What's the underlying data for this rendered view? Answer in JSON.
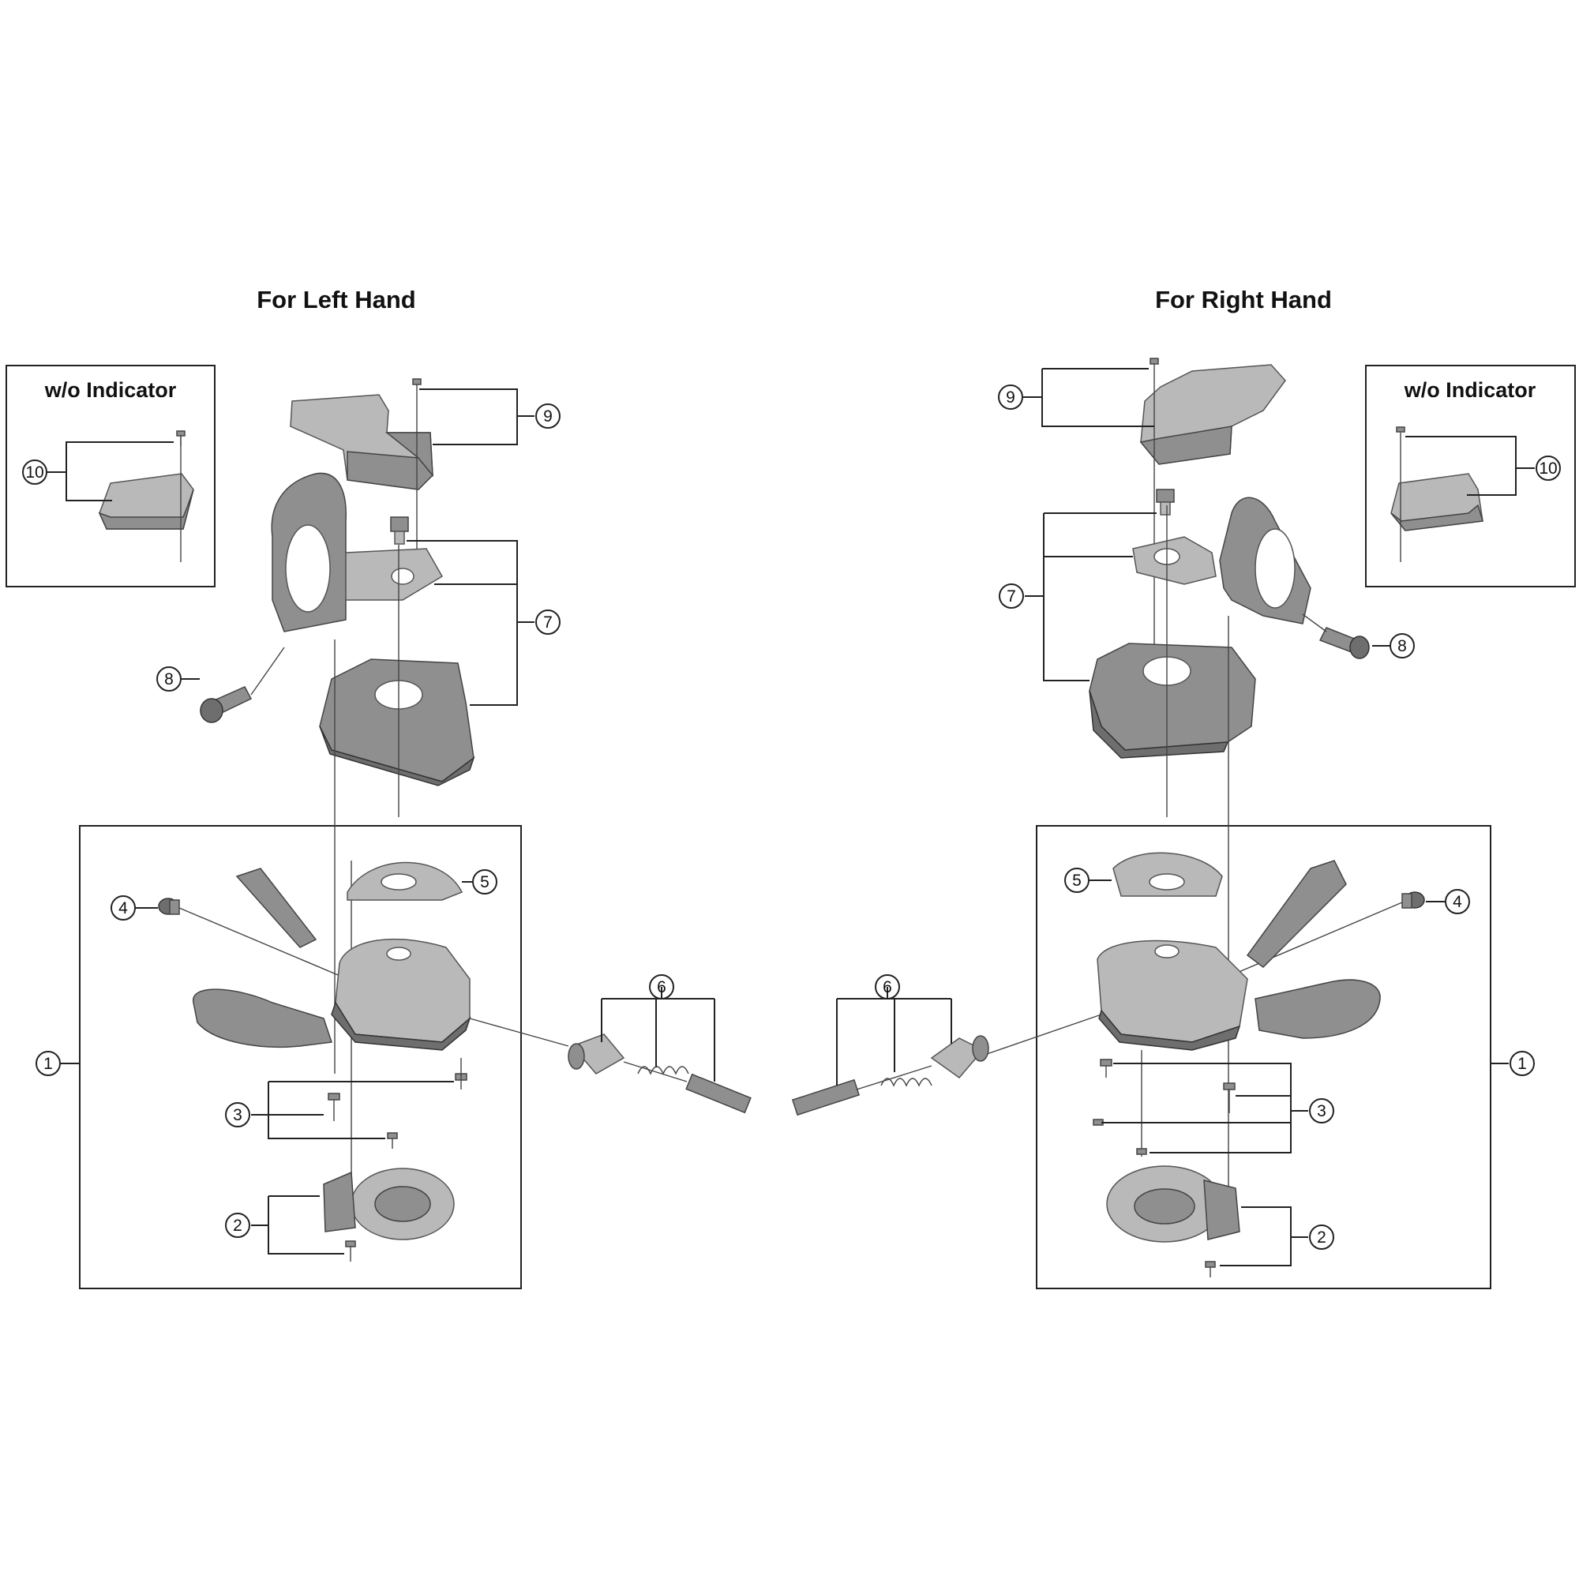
{
  "left": {
    "title": "For Left Hand",
    "indicator_box_title": "w/o Indicator"
  },
  "right": {
    "title": "For Right Hand",
    "indicator_box_title": "w/o Indicator"
  },
  "callouts": [
    "1",
    "2",
    "3",
    "4",
    "5",
    "6",
    "7",
    "8",
    "9",
    "10"
  ],
  "colors": {
    "part_light": "#b9b9b9",
    "part_mid": "#8f8f8f",
    "part_dark": "#6e6e6e",
    "line": "#222222"
  }
}
